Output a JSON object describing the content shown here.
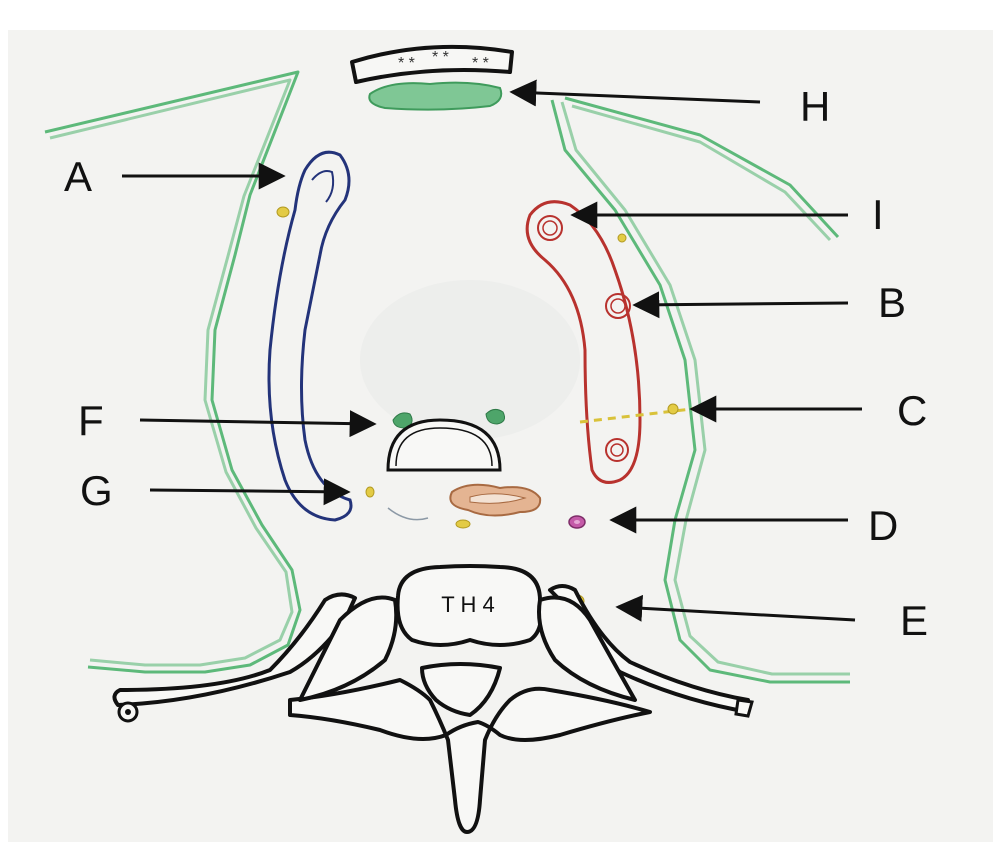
{
  "labels": {
    "A": "A",
    "B": "B",
    "C": "C",
    "D": "D",
    "E": "E",
    "F": "F",
    "G": "G",
    "H": "H",
    "I": "I"
  },
  "vertebra_text": "T H 4",
  "colors": {
    "paper": "#f3f3f1",
    "pleura": "#5db97a",
    "bronchus_left": "#23337a",
    "vessel_right": "#b8322e",
    "nerve_yellow": "#d9c23a",
    "esophagus": "#c98a5e",
    "duct_pink": "#c45aa8",
    "thymus_green": "#4ea56a",
    "ink": "#111111"
  }
}
